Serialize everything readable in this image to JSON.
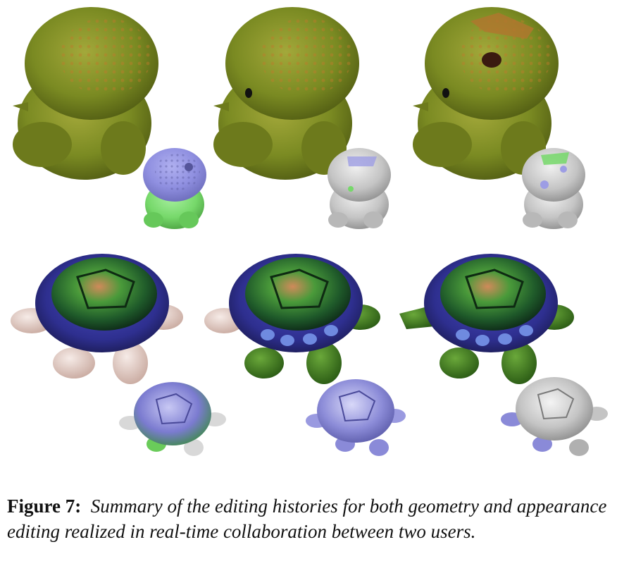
{
  "figure": {
    "rows": [
      {
        "model": "dinosaur",
        "panels": [
          {
            "main_color": "#7a8a22",
            "thumb_top": "#8f8fe0",
            "thumb_bottom": "#76d86a",
            "thumb_style": "colored"
          },
          {
            "main_color": "#7a8a22",
            "thumb_top": "#c9c9c9",
            "thumb_bottom": "#bdbdbd",
            "thumb_style": "gray"
          },
          {
            "main_color": "#7f8522",
            "thumb_top": "#c9c9c9",
            "thumb_bottom": "#bdbdbd",
            "thumb_style": "gray"
          }
        ]
      },
      {
        "model": "turtle",
        "panels": [
          {
            "shell_rim": "#2e2f8f",
            "shell_dome": "#2a6a2a",
            "limb_color": "#e8d2cc",
            "thumb_style": "colored"
          },
          {
            "shell_rim": "#2e2f8f",
            "shell_dome": "#2a6a2a",
            "limb_color": "#3f7a22",
            "thumb_style": "bluish"
          },
          {
            "shell_rim": "#2e2f8f",
            "shell_dome": "#2a6a2a",
            "limb_color": "#3f7a22",
            "thumb_style": "gray"
          }
        ]
      }
    ]
  },
  "caption": {
    "label": "Figure 7:",
    "text": "Summary of the editing histories for both geometry and appearance editing realized in real-time collaboration between two users."
  }
}
